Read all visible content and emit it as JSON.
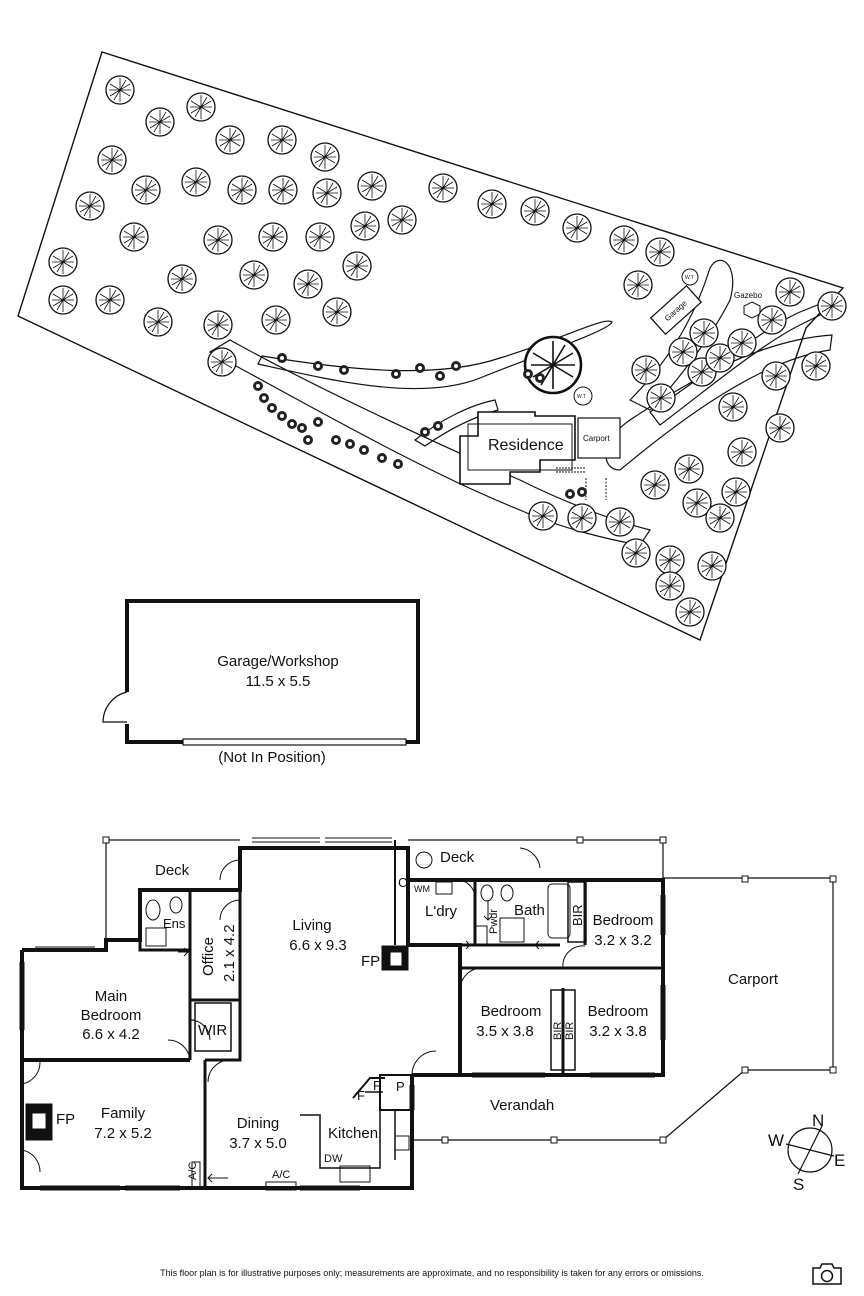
{
  "site": {
    "residence_label": "Residence",
    "carport_label": "Carport",
    "garage_label": "Garage",
    "gazebo_label": "Gazebo",
    "water_tank_1": "W.T",
    "water_tank_2": "W.T"
  },
  "outbuilding": {
    "name": "Garage/Workshop",
    "size": "11.5 x 5.5",
    "note": "(Not In Position)"
  },
  "floorplan": {
    "deck_west": "Deck",
    "deck_east": "Deck",
    "ensuite": "Ens",
    "office_name": "Office",
    "office_size": "2.1 x 4.2",
    "living_name": "Living",
    "living_size": "6.6 x 9.3",
    "fireplace_living": "FP",
    "cupboard_c": "C",
    "washing_machine": "WM",
    "laundry": "L'dry",
    "powder": "Pwdr",
    "bath": "Bath",
    "bir_1": "BIR",
    "bedroom_ne_name": "Bedroom",
    "bedroom_ne_size": "3.2 x 3.2",
    "carport_name": "Carport",
    "main_bed_name": "Main",
    "main_bed_name2": "Bedroom",
    "main_bed_size": "6.6 x 4.2",
    "wir": "WIR",
    "bedroom_mid_name": "Bedroom",
    "bedroom_mid_size": "3.5 x 3.8",
    "bir_2": "BIR",
    "bir_3": "BIR",
    "bedroom_e_name": "Bedroom",
    "bedroom_e_size": "3.2 x 3.8",
    "pantry": "P",
    "fridge_1": "F",
    "fridge_2": "F",
    "verandah": "Verandah",
    "fireplace_family": "FP",
    "family_name": "Family",
    "family_size": "7.2 x 5.2",
    "dining_name": "Dining",
    "dining_size": "3.7 x 5.0",
    "kitchen": "Kitchen",
    "dishwasher": "DW",
    "ac_1": "A/C",
    "ac_2": "A/C"
  },
  "compass": {
    "n": "N",
    "s": "S",
    "e": "E",
    "w": "W"
  },
  "footer": {
    "disclaimer": "This floor plan is for illustrative purposes only; measurements are approximate, and no responsibility is taken for any errors or omissions.",
    "camera_icon": "camera-icon"
  }
}
